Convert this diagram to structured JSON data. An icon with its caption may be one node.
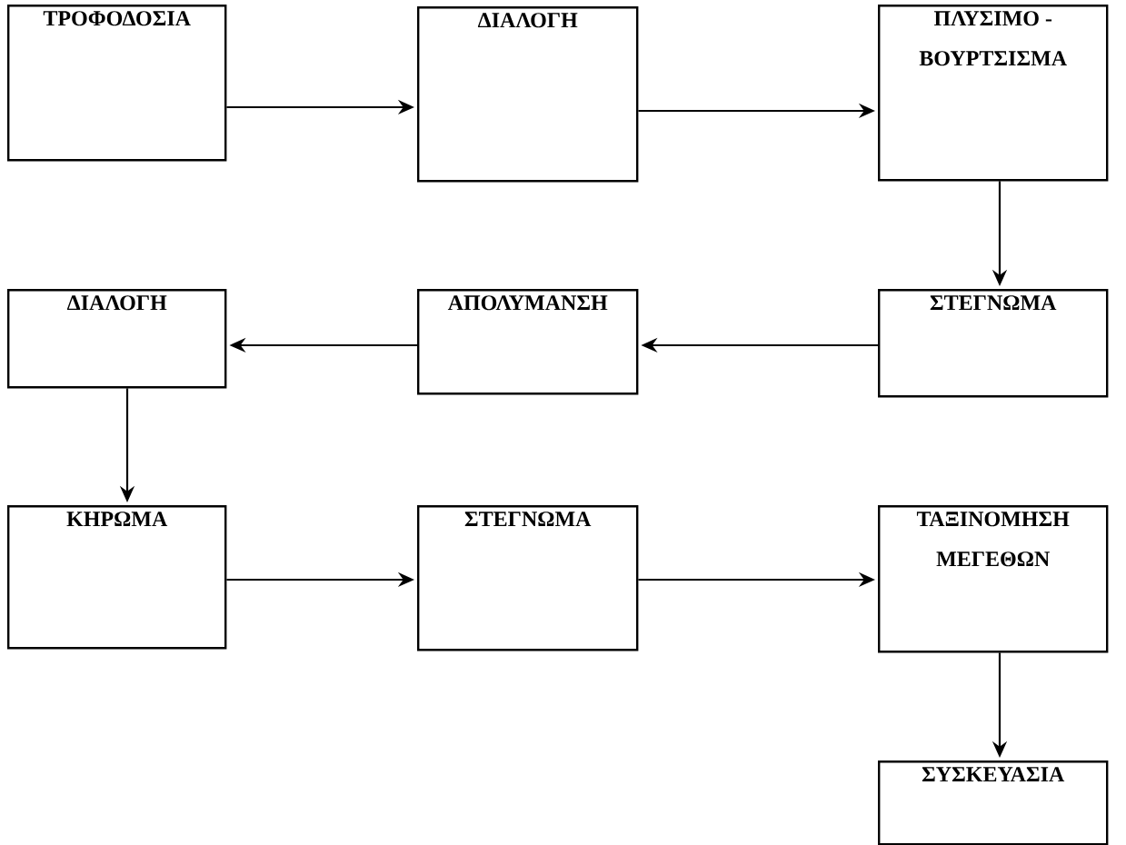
{
  "diagram": {
    "nodes": [
      {
        "text": [
          "ΤΡΟΦΟΔΟΣΙΑ"
        ]
      },
      {
        "text": [
          "ΔΙΑΛΟΓΗ"
        ]
      },
      {
        "text": [
          "ΠΛΥΣΙΜΟ - ΒΟΥΡΤΣΙΣΜΑ"
        ]
      },
      {
        "text": [
          "ΣΤΕΓΝΩΜΑ"
        ]
      },
      {
        "text": [
          "ΑΠΟΛΥΜΑΝΣΗ"
        ]
      },
      {
        "text": [
          "ΔΙΑΛΟΓΗ"
        ]
      },
      {
        "text": [
          "ΚΗΡΩΜΑ"
        ]
      },
      {
        "text": [
          "ΣΤΕΓΝΩΜΑ"
        ]
      },
      {
        "text": [
          "ΤΑΞΙΝΟΜΗΣΗ ΜΕΓΕΘΩΝ"
        ]
      },
      {
        "text": [
          "ΣΥΣΚΕΥΑΣΙΑ"
        ]
      }
    ],
    "edges": [
      {
        "from": 0,
        "to": 1,
        "arrow": "to"
      },
      {
        "from": 1,
        "to": 2,
        "arrow": "to"
      },
      {
        "from": 2,
        "to": 3,
        "arrow": "to"
      },
      {
        "from": 3,
        "to": 4,
        "arrow": "to"
      },
      {
        "from": 4,
        "to": 5,
        "arrow": "to"
      },
      {
        "from": 5,
        "to": 6,
        "arrow": "to"
      },
      {
        "from": 6,
        "to": 7,
        "arrow": "to"
      },
      {
        "from": 7,
        "to": 8,
        "arrow": "to"
      },
      {
        "from": 8,
        "to": 9,
        "arrow": "to"
      }
    ]
  }
}
